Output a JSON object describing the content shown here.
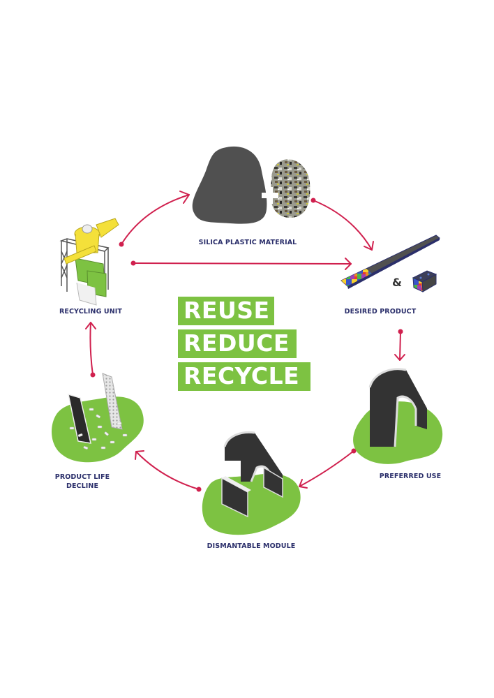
{
  "diagram": {
    "title_lines": [
      "REUSE",
      "REDUCE",
      "RECYCLE"
    ],
    "colors": {
      "slogan_bg": "#7dc242",
      "slogan_text": "#ffffff",
      "label_text": "#2b2f6b",
      "arrow": "#d0204e",
      "dark_material": "#505050",
      "ground_green": "#7dc242",
      "machine_yellow": "#f4e03a"
    },
    "stages": [
      {
        "id": "silica",
        "label": "SILICA PLASTIC MATERIAL"
      },
      {
        "id": "desired",
        "label": "DESIRED PRODUCT",
        "connector": "&"
      },
      {
        "id": "preferred",
        "label": "PREFERRED USE"
      },
      {
        "id": "dismantable",
        "label": "DISMANTABLE MODULE"
      },
      {
        "id": "decline",
        "label_lines": [
          "PRODUCT LIFE",
          "DECLINE"
        ]
      },
      {
        "id": "recycling",
        "label": "RECYCLING UNIT"
      }
    ],
    "flows": [
      {
        "from": "recycling",
        "to": "silica"
      },
      {
        "from": "silica",
        "to": "desired"
      },
      {
        "from": "recycling",
        "to": "desired"
      },
      {
        "from": "desired",
        "to": "preferred"
      },
      {
        "from": "preferred",
        "to": "dismantable"
      },
      {
        "from": "dismantable",
        "to": "decline"
      },
      {
        "from": "decline",
        "to": "recycling"
      }
    ]
  }
}
